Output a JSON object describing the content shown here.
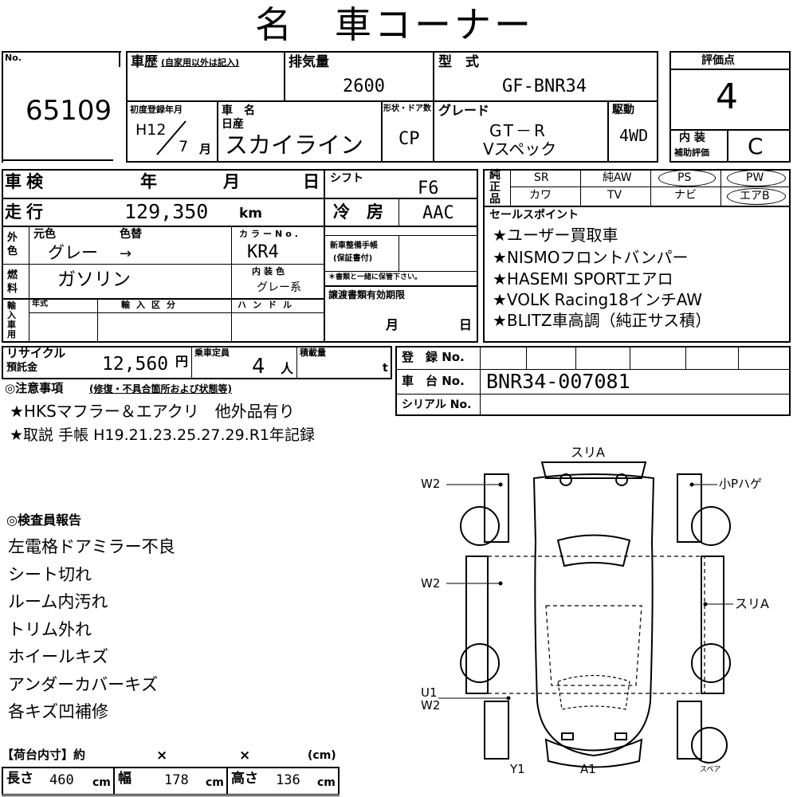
{
  "title": "名　車コーナー",
  "header": {
    "no_label": "No.",
    "no_value": "65109",
    "history_label": "車歴",
    "history_sub": "(自家用以外は記入)",
    "displacement_label": "排気量",
    "displacement_value": "2600",
    "model_label": "型　式",
    "model_value": "GF-BNR34",
    "first_reg_label": "初度登録年月",
    "first_reg_year": "H12",
    "first_reg_month": "7",
    "month_unit": "月",
    "car_name_label": "車　名",
    "maker": "日産",
    "car_name": "スカイライン",
    "door_label": "形状・ドア数",
    "door_value": "CP",
    "grade_label": "グレード",
    "grade_line1": "GT－R",
    "grade_line2": "Vスペック",
    "drive_label": "駆動",
    "drive_value": "4WD",
    "score_label": "評価点",
    "score_value": "4",
    "interior_label": "内 装",
    "interior_sub": "補助評価",
    "interior_value": "C"
  },
  "inspection": {
    "shaken_label": "車検",
    "year_label": "年",
    "month_label": "月",
    "day_label": "日",
    "shift_label": "シフト",
    "shift_value": "F6",
    "mileage_label": "走行",
    "mileage_value": "129,350",
    "mileage_unit": "km",
    "ac_label": "冷　房",
    "ac_value": "AAC",
    "color_side": "外色",
    "orig_color_label": "元色",
    "recolor_label": "色替",
    "color_no_label": "カラーNo.",
    "orig_color": "グレー",
    "arrow": "→",
    "color_no": "KR4",
    "fuel_side": "燃料",
    "fuel_value": "ガソリン",
    "interior_color_label": "内装色",
    "interior_color": "グレー系",
    "manual_label1": "新車整備手帳",
    "manual_label2": "(保証書付)",
    "manual_note": "＊書類と一緒に保管下さい。",
    "import_side": "輸入車用",
    "import_year_label": "年式",
    "import_class_label": "輸入区分",
    "handle_label": "ハンドル",
    "transfer_label": "譲渡書類有効期限",
    "transfer_month": "月",
    "transfer_day": "日"
  },
  "equipment": {
    "side_label": "純正品",
    "items_row1": [
      "SR",
      "純AW",
      "PS",
      "PW"
    ],
    "items_row2": [
      "カワ",
      "TV",
      "ナビ",
      "エアB"
    ]
  },
  "sales_points": {
    "label": "セールスポイント",
    "items": [
      "★ユーザー買取車",
      "★NISMOフロントバンパー",
      "★HASEMI SPORTエアロ",
      "★VOLK Racing18インチAW",
      "★BLITZ車高調（純正サス積）"
    ]
  },
  "recycle": {
    "label1": "リサイクル",
    "label2": "預託金",
    "value": "12,560",
    "unit": "円",
    "capacity_label": "乗車定員",
    "capacity_value": "4",
    "capacity_unit": "人",
    "load_label": "積載量",
    "load_unit": "t"
  },
  "registration": {
    "reg_no_label": "登　録 No.",
    "chassis_label": "車　台 No.",
    "chassis_value": "BNR34-007081",
    "serial_label": "シリアル No."
  },
  "notes": {
    "label": "◎注意事項",
    "sub": "(修復・不具合箇所および状態等)",
    "items": [
      "★HKSマフラー＆エアクリ　他外品有り",
      "★取説 手帳 H19.21.23.25.27.29.R1年記録"
    ]
  },
  "inspector": {
    "label": "◎検査員報告",
    "items": [
      "左電格ドアミラー不良",
      "シート切れ",
      "ルーム内汚れ",
      "トリム外れ",
      "ホイールキズ",
      "アンダーカバーキズ",
      "各キズ凹補修"
    ]
  },
  "cargo": {
    "label": "【荷台内寸】約",
    "x1": "×",
    "x2": "×",
    "unit_label": "(cm)",
    "length_label": "長さ",
    "length_value": "460",
    "width_label": "幅",
    "width_value": "178",
    "height_label": "高さ",
    "height_value": "136",
    "cm": "cm"
  },
  "diagram": {
    "top": "スリA",
    "left_front": "W2",
    "left_mid": "W2",
    "left_rear1": "U1",
    "left_rear2": "W2",
    "right_front": "小Pハゲ",
    "right_mid": "スリA",
    "bottom_left": "Y1",
    "bottom_mid": "A1",
    "spare": "スペア"
  }
}
